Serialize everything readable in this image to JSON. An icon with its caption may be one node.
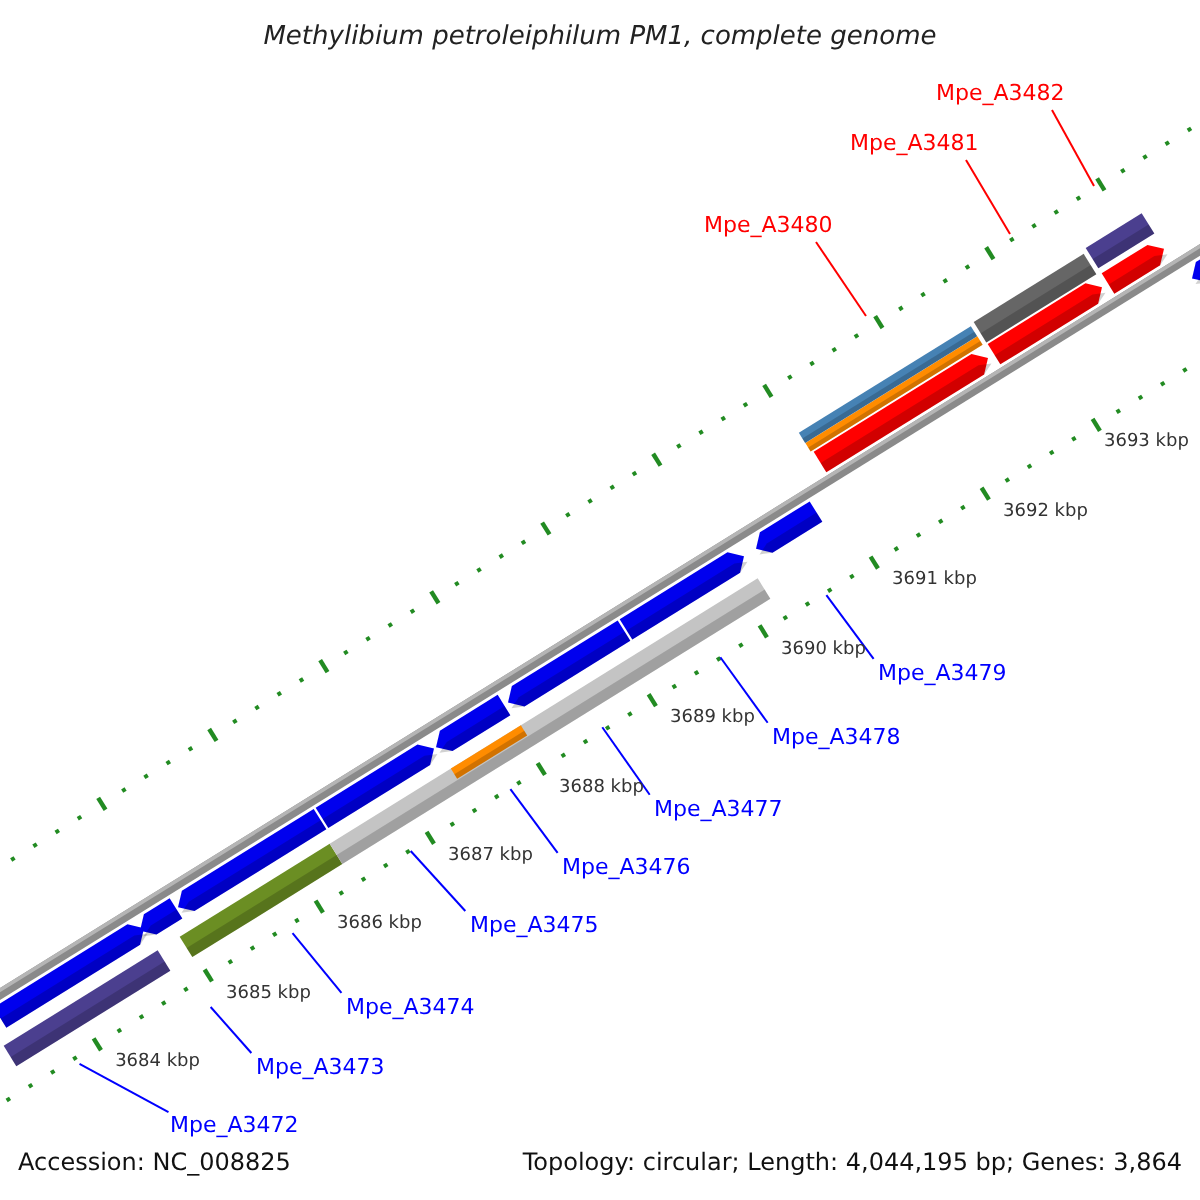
{
  "diagram": {
    "title": "Methylibium petroleiphilum PM1, complete genome",
    "nodes": [
      {
        "text": [
          "Mpe_A3482"
        ]
      },
      {
        "text": [
          "Mpe_A3481"
        ]
      },
      {
        "text": [
          "Mpe_A3480"
        ]
      },
      {
        "text": [
          "Mpe_A3479"
        ]
      },
      {
        "text": [
          "Mpe_A3478"
        ]
      },
      {
        "text": [
          "Mpe_A3477"
        ]
      },
      {
        "text": [
          "Mpe_A3476"
        ]
      },
      {
        "text": [
          "Mpe_A3475"
        ]
      },
      {
        "text": [
          "Mpe_A3474"
        ]
      },
      {
        "text": [
          "Mpe_A3473"
        ]
      },
      {
        "text": [
          "Mpe_A3472"
        ]
      }
    ],
    "edges": [
      {
        "from": 0,
        "to": null,
        "arrow": "none",
        "color": "#ff0000"
      },
      {
        "from": 1,
        "to": null,
        "arrow": "none",
        "color": "#ff0000"
      },
      {
        "from": 2,
        "to": null,
        "arrow": "none",
        "color": "#ff0000"
      },
      {
        "from": 3,
        "to": null,
        "arrow": "none"
      },
      {
        "from": 4,
        "to": null,
        "arrow": "none"
      },
      {
        "from": 5,
        "to": null,
        "arrow": "none"
      },
      {
        "from": 6,
        "to": null,
        "arrow": "none"
      },
      {
        "from": 7,
        "to": null,
        "arrow": "none"
      },
      {
        "from": 8,
        "to": null,
        "arrow": "none"
      },
      {
        "from": 9,
        "to": null,
        "arrow": "none"
      },
      {
        "from": 10,
        "to": null,
        "arrow": "none"
      }
    ],
    "labels": [
      "3693 kbp",
      "3692 kbp",
      "3691 kbp",
      "3690 kbp",
      "3689 kbp",
      "3688 kbp",
      "3687 kbp",
      "3686 kbp",
      "3685 kbp",
      "3684 kbp",
      "Accession: NC_008825",
      "Topology: circular; Length: 4,044,195 bp; Genes: 3,864"
    ]
  }
}
